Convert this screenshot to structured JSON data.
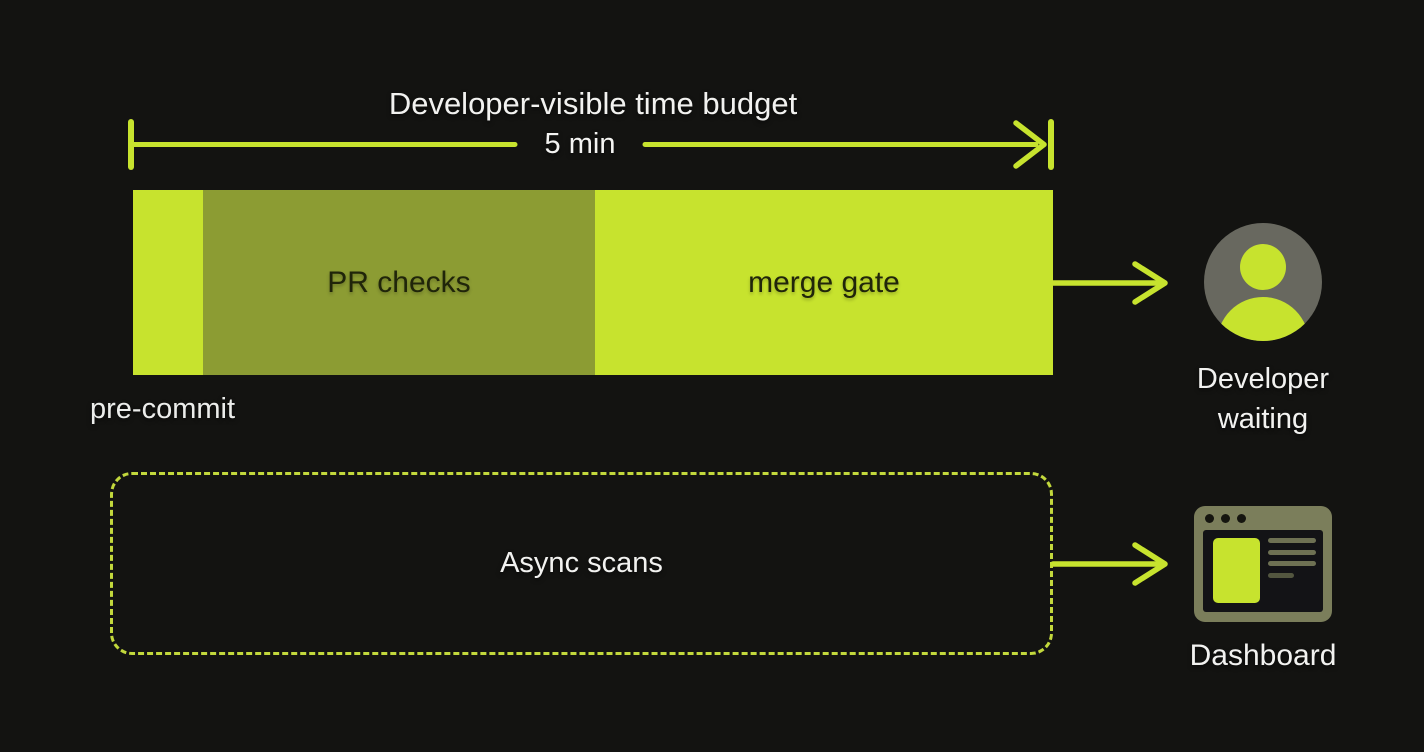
{
  "colors": {
    "background": "#131311",
    "accent_green": "#c7e32e",
    "olive_green": "#8c9c33",
    "avatar_gray": "#68685f",
    "browser_frame": "#7b7e5b",
    "bar_text": "#20250a",
    "light_text": "#f2f2f0"
  },
  "budget": {
    "title": "Developer-visible time budget",
    "duration": "5 min"
  },
  "pipeline_bar": {
    "segments": [
      {
        "name": "pre-commit",
        "label": ""
      },
      {
        "name": "pr-checks",
        "label": "PR checks"
      },
      {
        "name": "merge-gate",
        "label": "merge gate"
      }
    ],
    "below_label": "pre-commit"
  },
  "developer": {
    "caption": "Developer waiting"
  },
  "async_box": {
    "label": "Async scans"
  },
  "dashboard": {
    "caption": "Dashboard"
  }
}
